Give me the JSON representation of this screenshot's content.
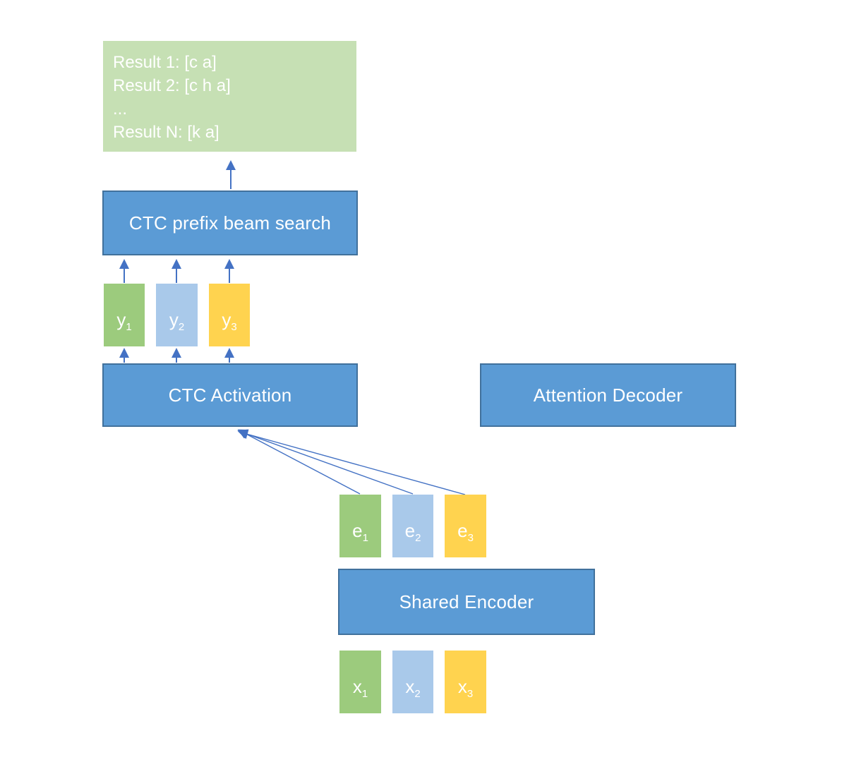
{
  "diagram": {
    "description": "Hybrid CTC / attention speech recognition architecture diagram",
    "colors": {
      "block_fill": "#5b9bd5",
      "block_border": "#41719c",
      "token_green": "#9ccb7d",
      "token_blue": "#a9c9ea",
      "token_yellow": "#ffd34f",
      "results_fill": "#c6e0b4",
      "arrow": "#4472c4",
      "text": "#ffffff"
    },
    "results": {
      "lines": [
        "Result 1: [c a]",
        "Result 2: [c h a]",
        "...",
        "Result N: [k a]"
      ]
    },
    "blocks": {
      "beam_search": "CTC prefix beam search",
      "ctc_activation": "CTC Activation",
      "attention_decoder": "Attention Decoder",
      "shared_encoder": "Shared Encoder"
    },
    "tokens": {
      "y": [
        {
          "base": "y",
          "sub": "1"
        },
        {
          "base": "y",
          "sub": "2"
        },
        {
          "base": "y",
          "sub": "3"
        }
      ],
      "e": [
        {
          "base": "e",
          "sub": "1"
        },
        {
          "base": "e",
          "sub": "2"
        },
        {
          "base": "e",
          "sub": "3"
        }
      ],
      "x": [
        {
          "base": "x",
          "sub": "1"
        },
        {
          "base": "x",
          "sub": "2"
        },
        {
          "base": "x",
          "sub": "3"
        }
      ]
    }
  }
}
